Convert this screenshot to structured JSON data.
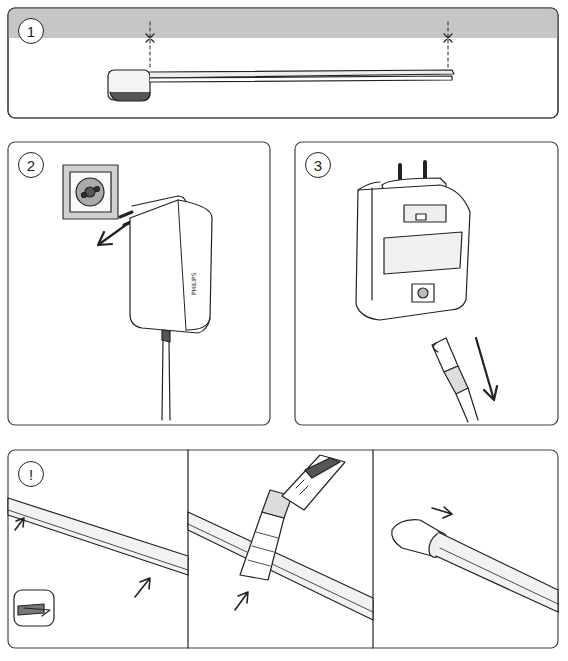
{
  "diagram": {
    "nodes": [
      {
        "text": [
          "1"
        ]
      },
      {
        "text": [
          "2"
        ]
      },
      {
        "text": [
          "3"
        ]
      },
      {
        "text": [
          "!"
        ]
      }
    ]
  }
}
